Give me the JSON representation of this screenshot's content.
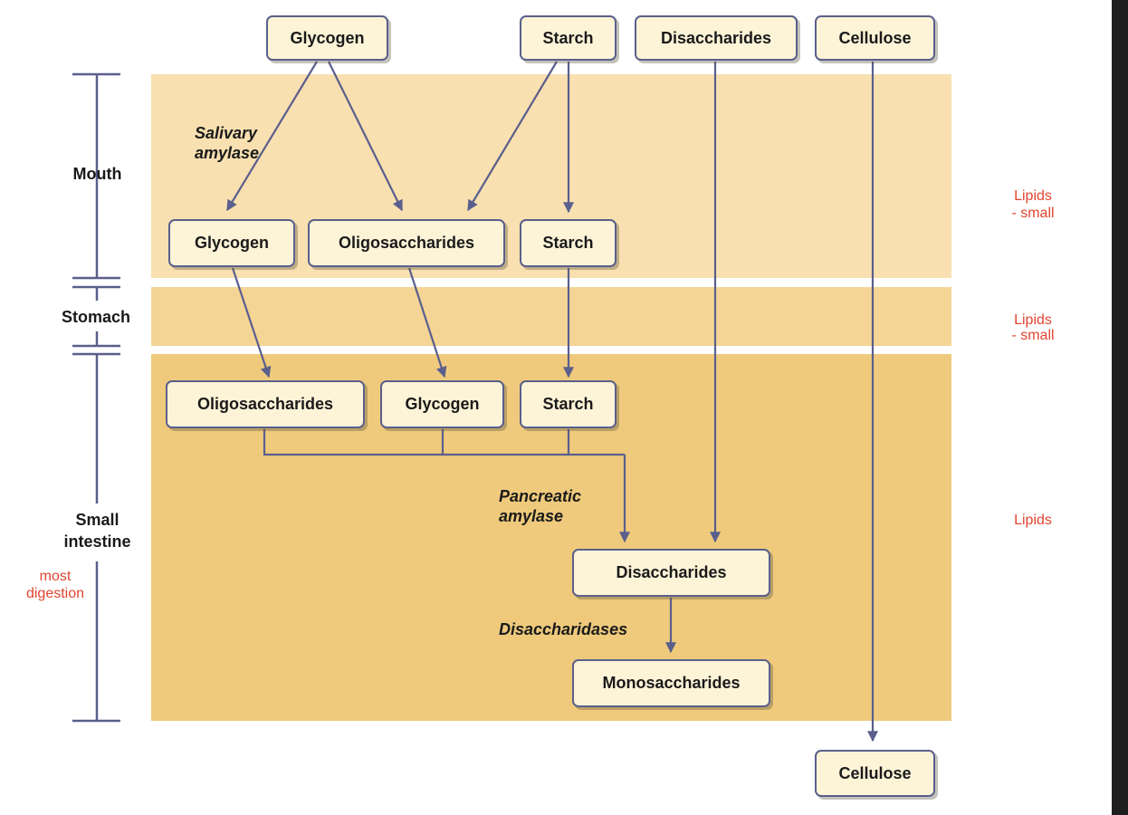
{
  "stages": {
    "mouth": "Mouth",
    "stomach": "Stomach",
    "small_intestine_1": "Small",
    "small_intestine_2": "intestine"
  },
  "boxes": {
    "top_glycogen": "Glycogen",
    "top_starch": "Starch",
    "top_disaccharides": "Disaccharides",
    "top_cellulose": "Cellulose",
    "mouth_glycogen": "Glycogen",
    "mouth_oligosaccharides": "Oligosaccharides",
    "mouth_starch": "Starch",
    "int_oligosaccharides": "Oligosaccharides",
    "int_glycogen": "Glycogen",
    "int_starch": "Starch",
    "int_disaccharides": "Disaccharides",
    "monosaccharides": "Monosaccharides",
    "bottom_cellulose": "Cellulose"
  },
  "enzymes": {
    "salivary_1": "Salivary",
    "salivary_2": "amylase",
    "pancreatic_1": "Pancreatic",
    "pancreatic_2": "amylase",
    "disaccharidases": "Disaccharidases"
  },
  "annotations": {
    "most_1": "most",
    "most_2": "digestion",
    "lipids_mouth_1": "Lipids",
    "lipids_mouth_2": "- small",
    "lipids_stomach_1": "Lipids",
    "lipids_stomach_2": "- small",
    "lipids_intestine": "Lipids"
  },
  "colors": {
    "arrow": "#5a5f8c",
    "annotation": "#e0452f"
  }
}
